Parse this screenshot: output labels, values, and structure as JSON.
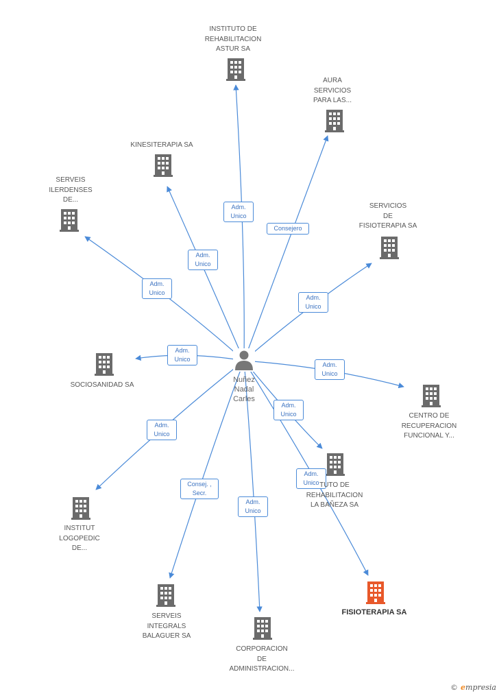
{
  "colors": {
    "edge": "#4a8ad8",
    "building": "#6b6b6b",
    "building_main": "#e8582a",
    "person": "#777777"
  },
  "center": {
    "icon": "person-icon",
    "label": "Nuñez\nNadal\nCarles"
  },
  "nodes": [
    {
      "id": "instituto-rehab-astur",
      "label": "INSTITUTO DE\nREHABILITACION\nASTUR SA",
      "icon": "building-icon"
    },
    {
      "id": "aura-servicios",
      "label": "AURA\nSERVICIOS\nPARA LAS...",
      "icon": "building-icon"
    },
    {
      "id": "kinesiterapia",
      "label": "KINESITERAPIA SA",
      "icon": "building-icon"
    },
    {
      "id": "serveis-ilerdenses",
      "label": "SERVEIS\nILERDENSES\nDE...",
      "icon": "building-icon"
    },
    {
      "id": "servicios-fisioterapia",
      "label": "SERVICIOS\nDE\nFISIOTERAPIA SA",
      "icon": "building-icon"
    },
    {
      "id": "sociosanidad",
      "label": "SOCIOSANIDAD SA",
      "icon": "building-icon"
    },
    {
      "id": "centro-recuperacion",
      "label": "CENTRO DE\nRECUPERACION\nFUNCIONAL Y...",
      "icon": "building-icon"
    },
    {
      "id": "instituto-rehab-baneza",
      "label": "TUTO DE\nREHABILITACION\nLA BAÑEZA SA",
      "icon": "building-icon"
    },
    {
      "id": "institut-logopedic",
      "label": "INSTITUT\nLOGOPEDIC\nDE...",
      "icon": "building-icon"
    },
    {
      "id": "serveis-integrals",
      "label": "SERVEIS\nINTEGRALS\nBALAGUER SA",
      "icon": "building-icon"
    },
    {
      "id": "corporacion-admin",
      "label": "CORPORACION\nDE\nADMINISTRACION...",
      "icon": "building-icon"
    },
    {
      "id": "fisioterapia",
      "label": "FISIOTERAPIA SA",
      "icon": "building-icon",
      "main": true
    }
  ],
  "relations": [
    {
      "to": "instituto-rehab-astur",
      "label": "Adm.\nUnico"
    },
    {
      "to": "aura-servicios",
      "label": "Consejero"
    },
    {
      "to": "kinesiterapia",
      "label": "Adm.\nUnico"
    },
    {
      "to": "serveis-ilerdenses",
      "label": "Adm.\nUnico"
    },
    {
      "to": "servicios-fisioterapia",
      "label": "Adm.\nUnico"
    },
    {
      "to": "sociosanidad",
      "label": "Adm.\nUnico"
    },
    {
      "to": "centro-recuperacion",
      "label": "Adm.\nUnico"
    },
    {
      "to": "instituto-rehab-baneza",
      "label": "Adm.\nUnico"
    },
    {
      "to": "institut-logopedic",
      "label": "Adm.\nUnico"
    },
    {
      "to": "serveis-integrals",
      "label": "Consej. ,\nSecr."
    },
    {
      "to": "corporacion-admin",
      "label": "Adm.\nUnico"
    },
    {
      "to": "fisioterapia",
      "label": "Adm.\nUnico"
    }
  ],
  "footer": {
    "copyright": "©",
    "brand_e": "e",
    "brand_rest": "mpresia"
  }
}
